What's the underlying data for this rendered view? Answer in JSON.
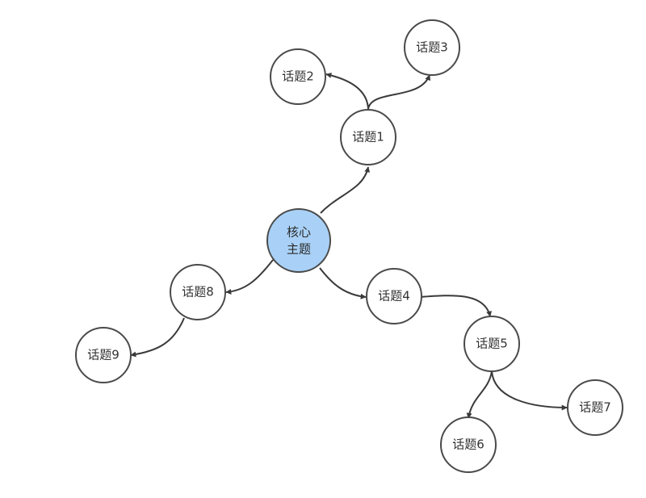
{
  "diagram": {
    "colors": {
      "node_fill": "#ffffff",
      "core_fill": "#a9d1f7",
      "stroke": "#4a4a4a",
      "edge": "#3a3a3a"
    },
    "core": {
      "line1": "核心",
      "line2": "主题"
    },
    "topics": {
      "t1": "话题1",
      "t2": "话题2",
      "t3": "话题3",
      "t4": "话题4",
      "t5": "话题5",
      "t6": "话题6",
      "t7": "话题7",
      "t8": "话题8",
      "t9": "话题9"
    },
    "connections": [
      [
        "core",
        "t1"
      ],
      [
        "t1",
        "t2"
      ],
      [
        "t1",
        "t3"
      ],
      [
        "core",
        "t8"
      ],
      [
        "t8",
        "t9"
      ],
      [
        "core",
        "t4"
      ],
      [
        "t4",
        "t5"
      ],
      [
        "t5",
        "t6"
      ],
      [
        "t5",
        "t7"
      ]
    ]
  }
}
